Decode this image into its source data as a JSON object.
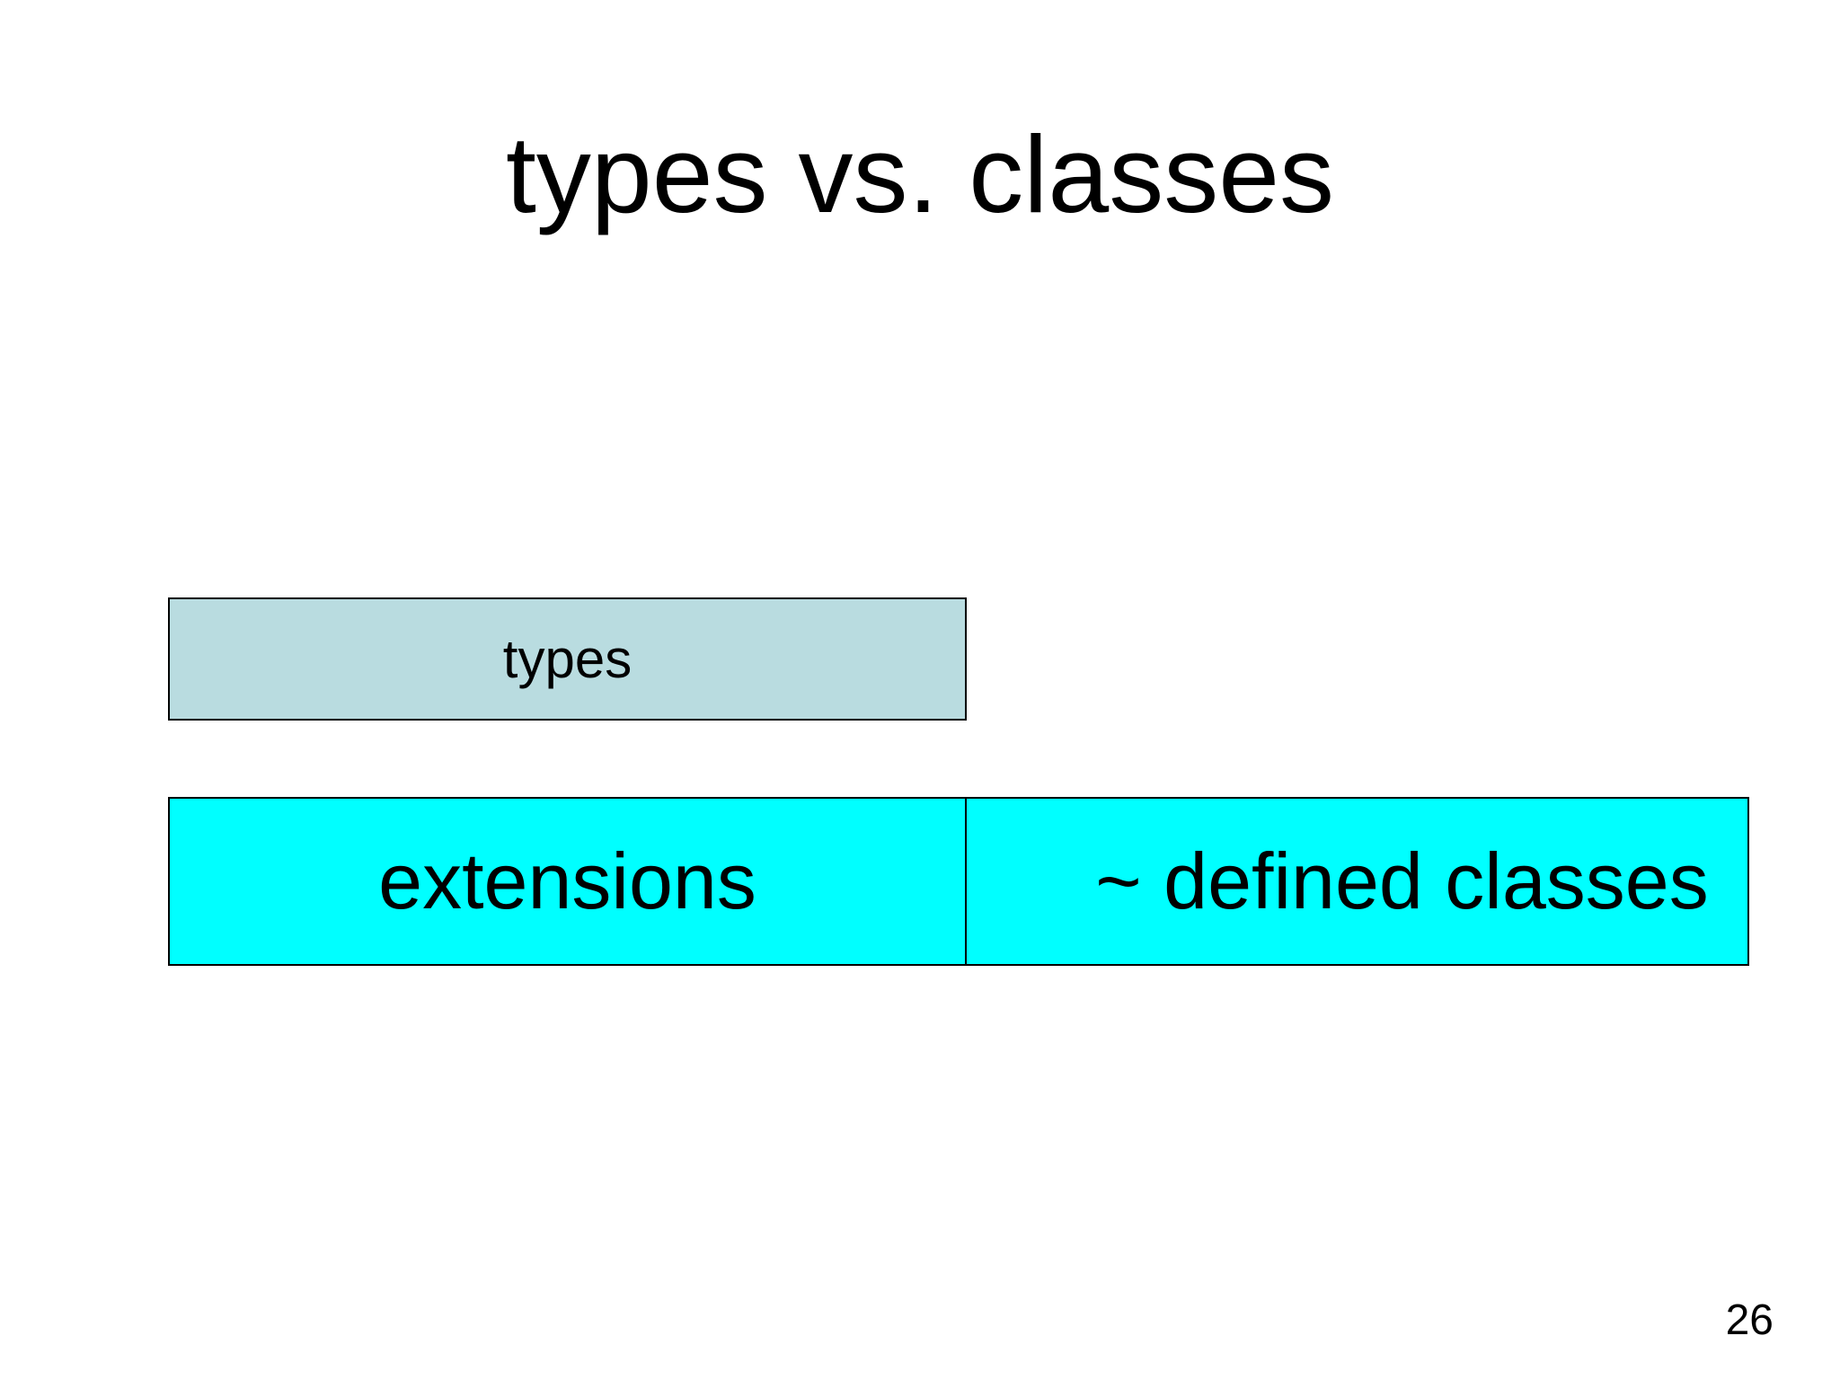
{
  "slide": {
    "title": "types vs. classes",
    "page_number": "26",
    "background_color": "#ffffff",
    "text_color": "#000000"
  },
  "diagram": {
    "types_box": {
      "label": "types",
      "fill": "#b9dce0",
      "border_color": "#000000"
    },
    "bottom_row": {
      "fill": "#00ffff",
      "border_color": "#000000",
      "cells": [
        {
          "label": "extensions"
        },
        {
          "label": "~ defined classes"
        }
      ]
    }
  }
}
